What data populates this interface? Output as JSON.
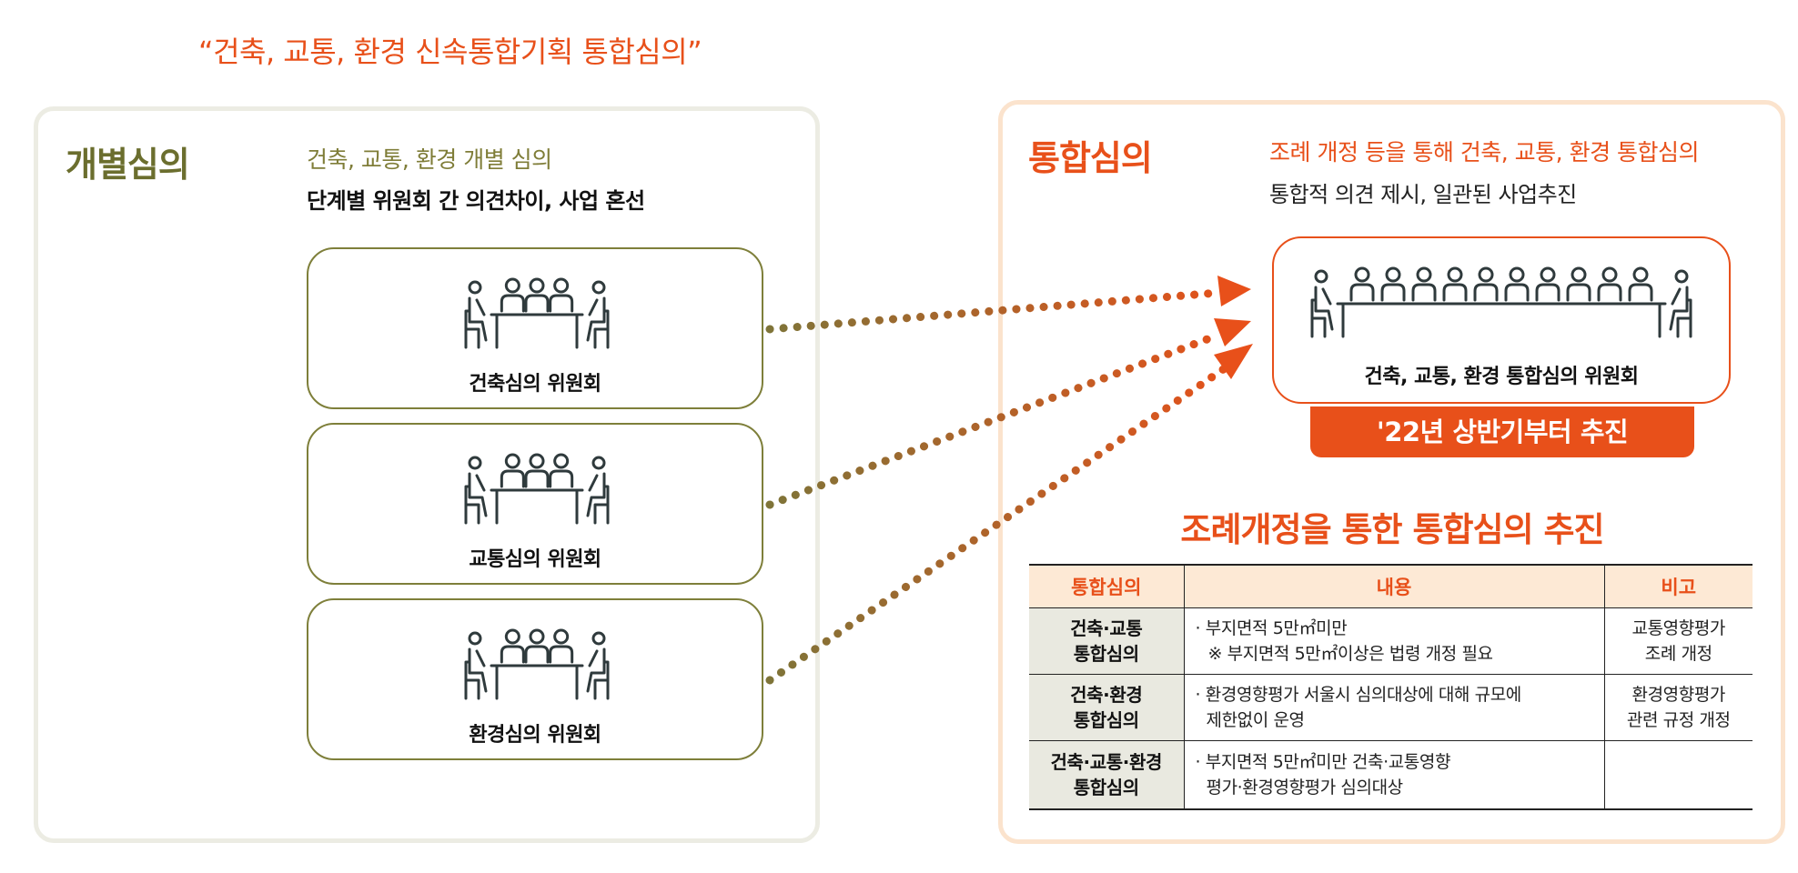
{
  "title": "“건축, 교통, 환경 신속통합기획 통합심의”",
  "left_panel": {
    "heading": "개별심의",
    "subtitle": "건축, 교통, 환경 개별 심의",
    "description": "단계별 위원회 간 의견차이, 사업 혼선",
    "committees": [
      {
        "label": "건축심의 위원회"
      },
      {
        "label": "교통심의 위원회"
      },
      {
        "label": "환경심의 위원회"
      }
    ]
  },
  "right_panel": {
    "heading": "통합심의",
    "subtitle": "조례 개정 등을 통해 건축, 교통, 환경 통합심의",
    "description": "통합적 의견 제시, 일관된 사업추진",
    "integrated_committee": "건축, 교통, 환경 통합심의 위원회",
    "promo": "'22년 상반기부터 추진",
    "section_title": "조례개정을 통한 통합심의 추진",
    "table": {
      "headers": [
        "통합심의",
        "내용",
        "비고"
      ],
      "rows": [
        {
          "name_lines": [
            "건축·교통",
            "통합심의"
          ],
          "content_lines": [
            "· 부지면적 5만㎡미만",
            "※ 부지면적 5만㎡이상은 법령 개정 필요"
          ],
          "note_lines": [
            "교통영향평가",
            "조례 개정"
          ]
        },
        {
          "name_lines": [
            "건축·환경",
            "통합심의"
          ],
          "content_lines": [
            "· 환경영향평가 서울시 심의대상에 대해 규모에",
            "제한없이 운영"
          ],
          "note_lines": [
            "환경영향평가",
            "관련 규정 개정"
          ]
        },
        {
          "name_lines": [
            "건축·교통·환경",
            "통합심의"
          ],
          "content_lines": [
            "· 부지면적 5만㎡미만 건축·교통영향",
            "평가·환경영향평가 심의대상"
          ],
          "note_lines": []
        }
      ]
    }
  },
  "colors": {
    "accent_orange": "#e8501a",
    "olive": "#6b6e2e",
    "icon_dark": "#2f3a3c",
    "table_header_bg": "#fde9d5",
    "table_name_bg": "#e9e9e0"
  },
  "icons": {
    "meeting": "meeting-table-icon",
    "arrow": "dotted-arrow"
  }
}
